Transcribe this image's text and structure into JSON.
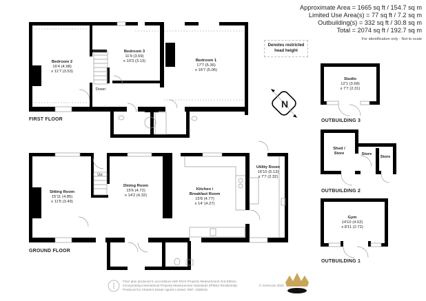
{
  "areas": {
    "approximate": "Approximate Area = 1665 sq ft / 154.7 sq m",
    "limited_use": "Limited Use Area(s) = 77 sq ft / 7.2 sq m",
    "outbuildings": "Outbuilding(s) = 332 sq ft / 30.8 sq m",
    "total": "Total = 2074 sq ft / 192.7 sq m",
    "note": "For identification only - Not to scale"
  },
  "legend": {
    "restricted_line1": "Denotes restricted",
    "restricted_line2": "head height"
  },
  "compass": {
    "label": "N"
  },
  "first_floor": {
    "label": "FIRST FLOOR",
    "rooms": [
      {
        "name": "Bedroom 2",
        "dim1": "16'4 (4.98)",
        "dim2": "x 11'7 (3.53)"
      },
      {
        "name": "Bedroom 3",
        "dim1": "11'9 (3.59)",
        "dim2": "x 10'3 (3.13)"
      },
      {
        "name": "Bedroom 1",
        "dim1": "17'7 (5.36)",
        "dim2": "x 16'7 (5.06)"
      }
    ],
    "stairs_label": "Down"
  },
  "ground_floor": {
    "label": "GROUND FLOOR",
    "rooms": [
      {
        "name": "Sitting Room",
        "dim1": "15'11 (4.85)",
        "dim2": "x 11'5 (3.49)"
      },
      {
        "name": "Dining Room",
        "dim1": "15'6 (4.72)",
        "dim2": "x 14'2 (4.32)"
      },
      {
        "name": "Kitchen /",
        "name2": "Breakfast Room",
        "dim1": "15'8 (4.77)",
        "dim2": "x 14' (4.27)"
      },
      {
        "name": "Utility Room",
        "dim1": "16'10 (5.13)",
        "dim2": "x 7'7 (2.32)"
      }
    ],
    "stairs_label": "Up"
  },
  "outbuildings": [
    {
      "label": "OUTBUILDING 3",
      "rooms": [
        {
          "name": "Studio",
          "dim1": "12'1 (3.68)",
          "dim2": "x 7'7 (2.31)"
        }
      ]
    },
    {
      "label": "OUTBUILDING 2",
      "rooms": [
        {
          "name": "Shed /",
          "name2": "Store"
        },
        {
          "name": "Store"
        },
        {
          "name": "Store"
        }
      ]
    },
    {
      "label": "OUTBUILDING 1",
      "rooms": [
        {
          "name": "Gym",
          "dim1": "14'10 (4.52)",
          "dim2": "x 8'11 (2.72)"
        }
      ]
    }
  ],
  "footer": {
    "line1": "Floor plan produced in accordance with RICS Property Measurement 2nd Edition,",
    "line2": "Incorporating International Property Measurement Standards (IPMS2 Residential).",
    "line3": "Produced for Charters Estate Agents Limited.   REF: 1356015",
    "copyright": "© nichecom 2025"
  },
  "colors": {
    "wall": "#000000",
    "crown_gold": "#c9a55a",
    "text": "#222222"
  }
}
